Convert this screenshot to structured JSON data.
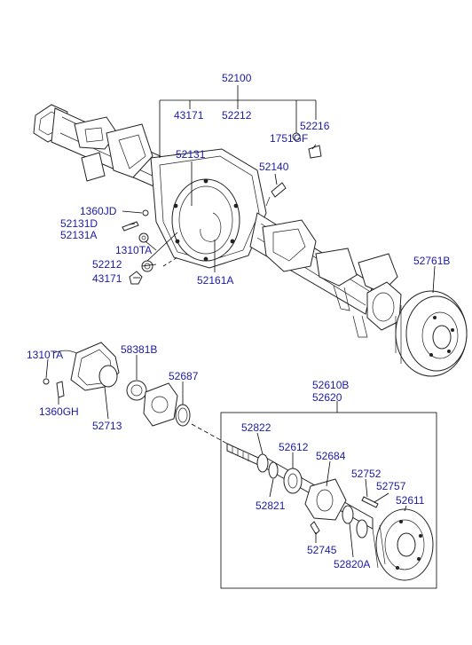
{
  "diagram": {
    "callouts": {
      "c52100": "52100",
      "c43171_top": "43171",
      "c52212_top": "52212",
      "c52216": "52216",
      "c1751GF": "1751GF",
      "c52131": "52131",
      "c52140": "52140",
      "c1360JD": "1360JD",
      "c52131D": "52131D",
      "c52131A": "52131A",
      "c1310TA_top": "1310TA",
      "c52212_bot": "52212",
      "c43171_bot": "43171",
      "c52161A": "52161A",
      "c52761B": "52761B",
      "c1310TA_left": "1310TA",
      "c58381B": "58381B",
      "c52687": "52687",
      "c1360GH": "1360GH",
      "c52713": "52713",
      "c52610B": "52610B",
      "c52620": "52620",
      "c52822": "52822",
      "c52612": "52612",
      "c52684": "52684",
      "c52752": "52752",
      "c52757": "52757",
      "c52611": "52611",
      "c52821": "52821",
      "c52745": "52745",
      "c52820A": "52820A"
    }
  }
}
